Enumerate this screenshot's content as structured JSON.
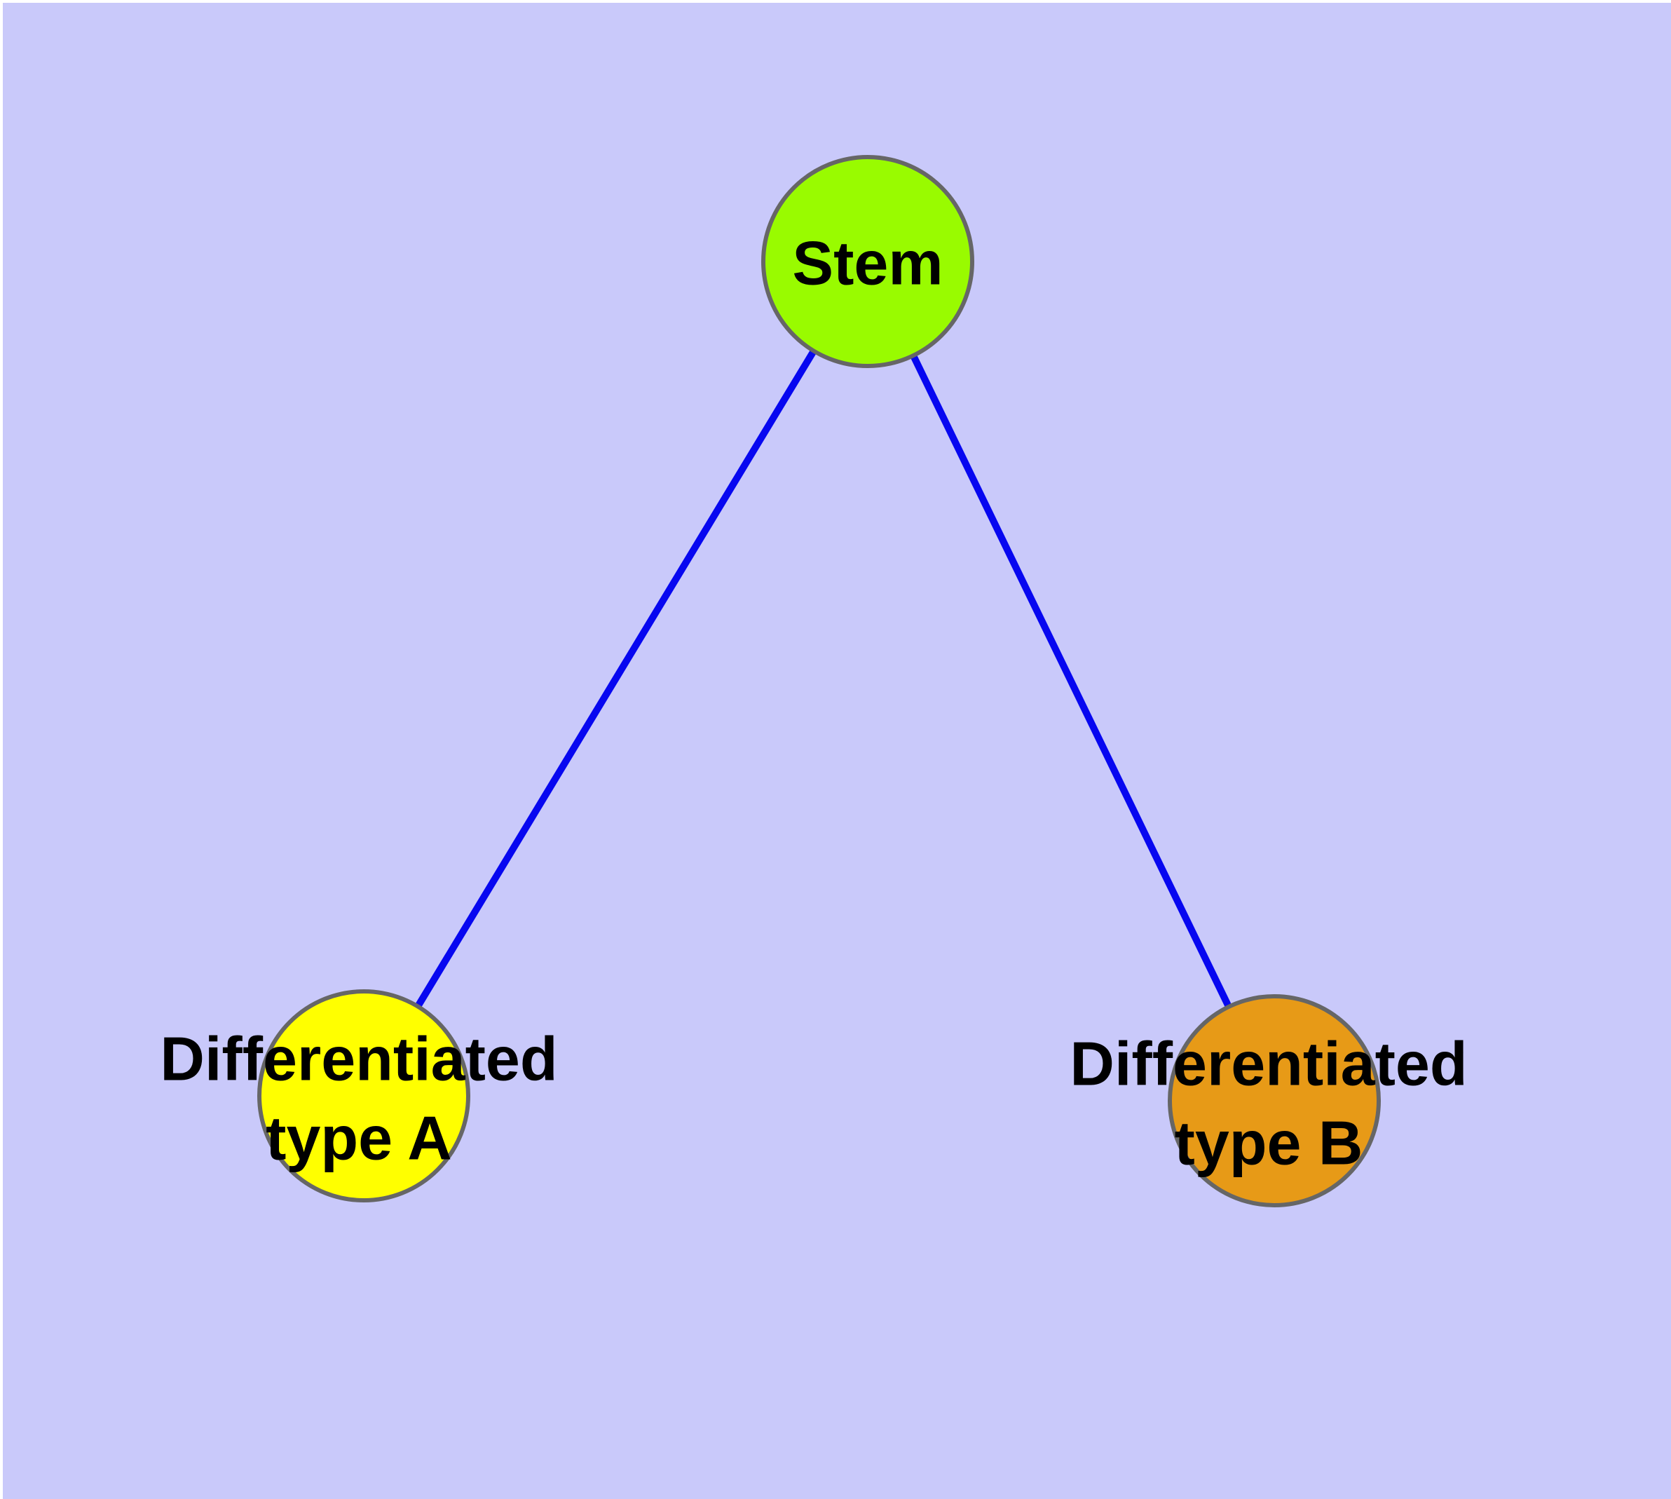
{
  "diagram": {
    "background_color": "#c9c9fa",
    "frame_color": "#ffffff",
    "edge_color": "#0707f0",
    "node_border_color": "#666666",
    "label_color": "#000000",
    "nodes": {
      "stem": {
        "label": "Stem",
        "fill_color": "#99fb00"
      },
      "type_a": {
        "label_lines": [
          "Differentiated",
          "type A"
        ],
        "fill_color": "#ffff00"
      },
      "type_b": {
        "label_lines": [
          "Differentiated",
          "type B"
        ],
        "fill_color": "#e79a17"
      }
    },
    "edges": [
      {
        "from": "stem",
        "to": "type_a"
      },
      {
        "from": "stem",
        "to": "type_b"
      }
    ]
  }
}
